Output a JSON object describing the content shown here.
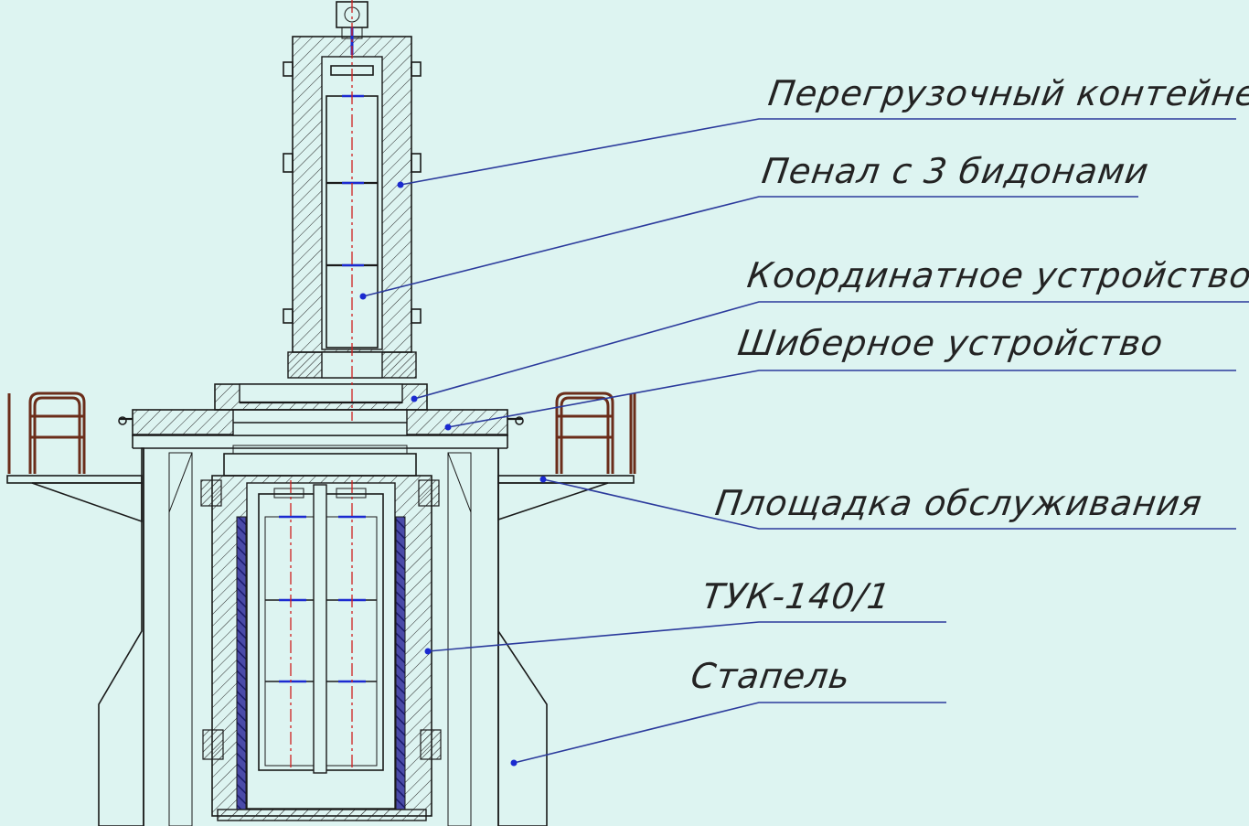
{
  "labels": {
    "transfer_container": "Перегрузочный контейнер",
    "canister": "Пенал с 3 бидонами",
    "coordinate_device": "Координатное устройство",
    "gate_device": "Шиберное устройство",
    "service_platform": "Площадка обслуживания",
    "cask": "ТУК-140/1",
    "slipway": "Стапель"
  },
  "colors": {
    "background": "#ddf4f1",
    "lines": "#1a1a1a",
    "leader_lines": "#2b3a9c",
    "axis": "#d02020",
    "rails": "#6b2d1a",
    "inner_shell": "#1c2ad0"
  }
}
